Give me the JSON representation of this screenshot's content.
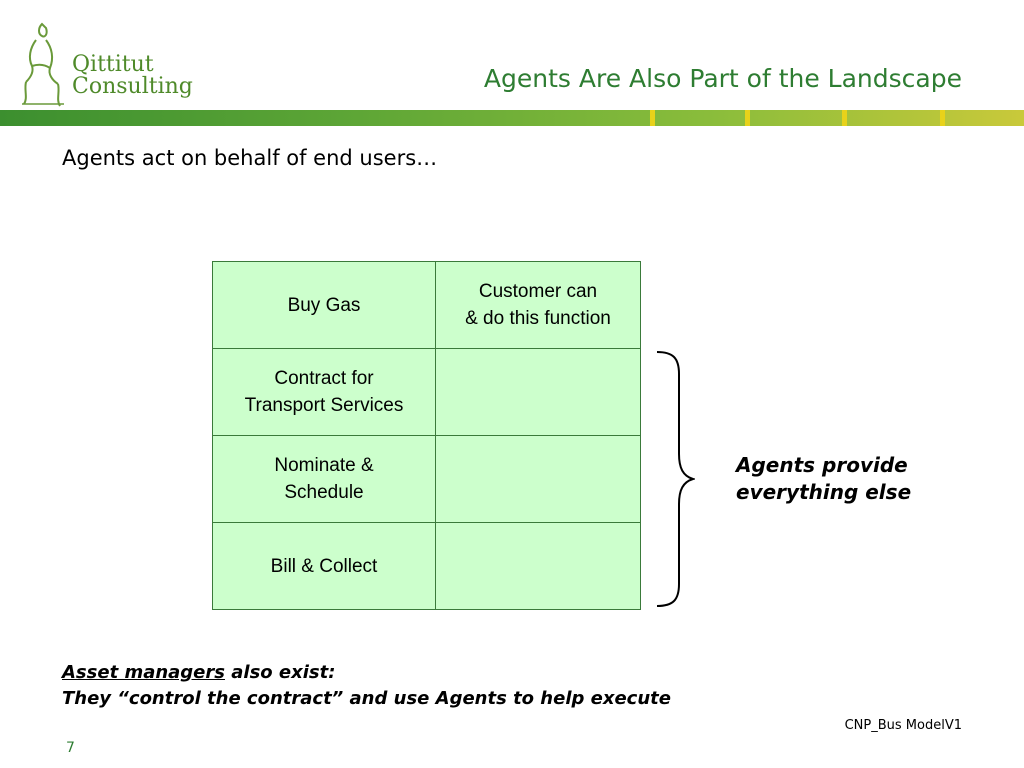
{
  "logo": {
    "line1": "Qittitut",
    "line2": "Consulting",
    "icon": "inukshuk-figure-icon"
  },
  "header": {
    "title": "Agents Are Also Part of the Landscape"
  },
  "subtitle": "Agents act on behalf of end users…",
  "table": {
    "rows": [
      {
        "task": "Buy Gas",
        "customer_line1": "Customer can",
        "customer_line2": "& do this function"
      },
      {
        "task_line1": "Contract for",
        "task_line2": "Transport Services"
      },
      {
        "task_line1": "Nominate &",
        "task_line2": "Schedule"
      },
      {
        "task": "Bill & Collect"
      }
    ]
  },
  "agents_note": {
    "line1": "Agents provide",
    "line2": "everything else"
  },
  "footer_note": {
    "underlined": "Asset managers",
    "rest": " also exist:",
    "line2": "They “control the contract” and use Agents to help execute"
  },
  "slide_id": "CNP_Bus ModelV1",
  "page_number": "7",
  "colors": {
    "title_green": "#2e7d32",
    "cell_fill": "#ccffcc",
    "cell_border": "#3a7a3a",
    "logo_green": "#4f8a2a"
  }
}
